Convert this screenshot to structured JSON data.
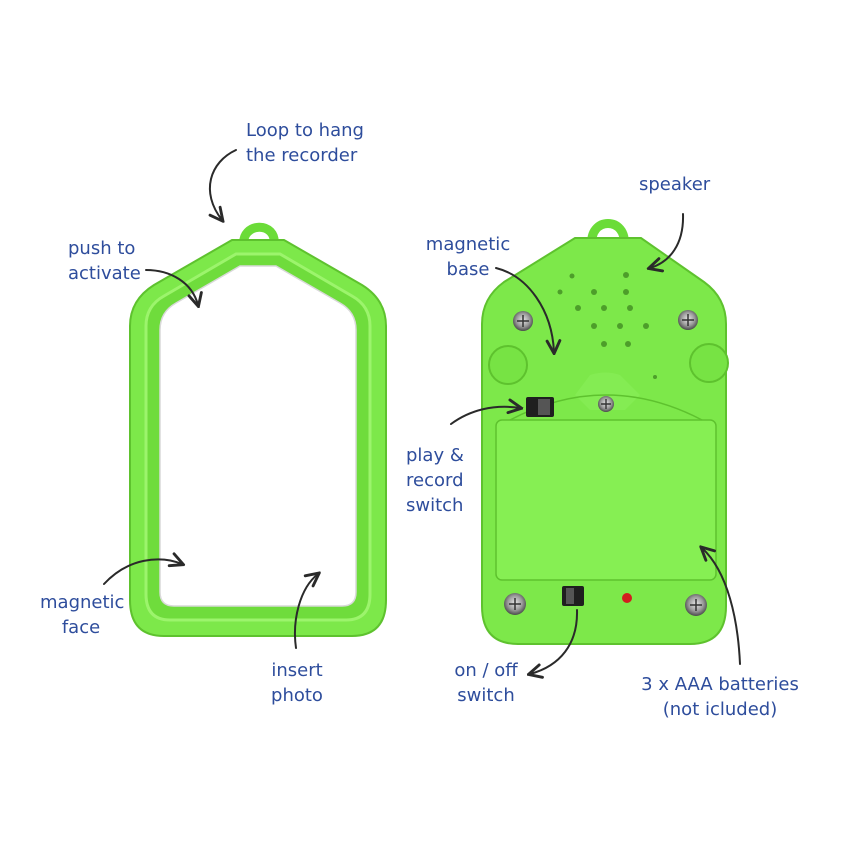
{
  "labels": {
    "loop": [
      "Loop to hang",
      "the recorder"
    ],
    "push": [
      "push to",
      "activate"
    ],
    "magnetic_face": [
      "magnetic",
      "face"
    ],
    "insert_photo": [
      "insert",
      "photo"
    ],
    "speaker": [
      "speaker"
    ],
    "magnetic_base": [
      "magnetic",
      "base"
    ],
    "play_record": [
      "play &",
      "record",
      "switch"
    ],
    "on_off": [
      "on / off",
      "switch"
    ],
    "batteries": [
      "3 x AAA batteries",
      "(not icluded)"
    ]
  },
  "colors": {
    "text": "#2e4d9c",
    "green": "#7de84a",
    "green_dark": "#5ec22e",
    "green_light": "#9cf46c",
    "arrow": "#2a2a2a"
  }
}
